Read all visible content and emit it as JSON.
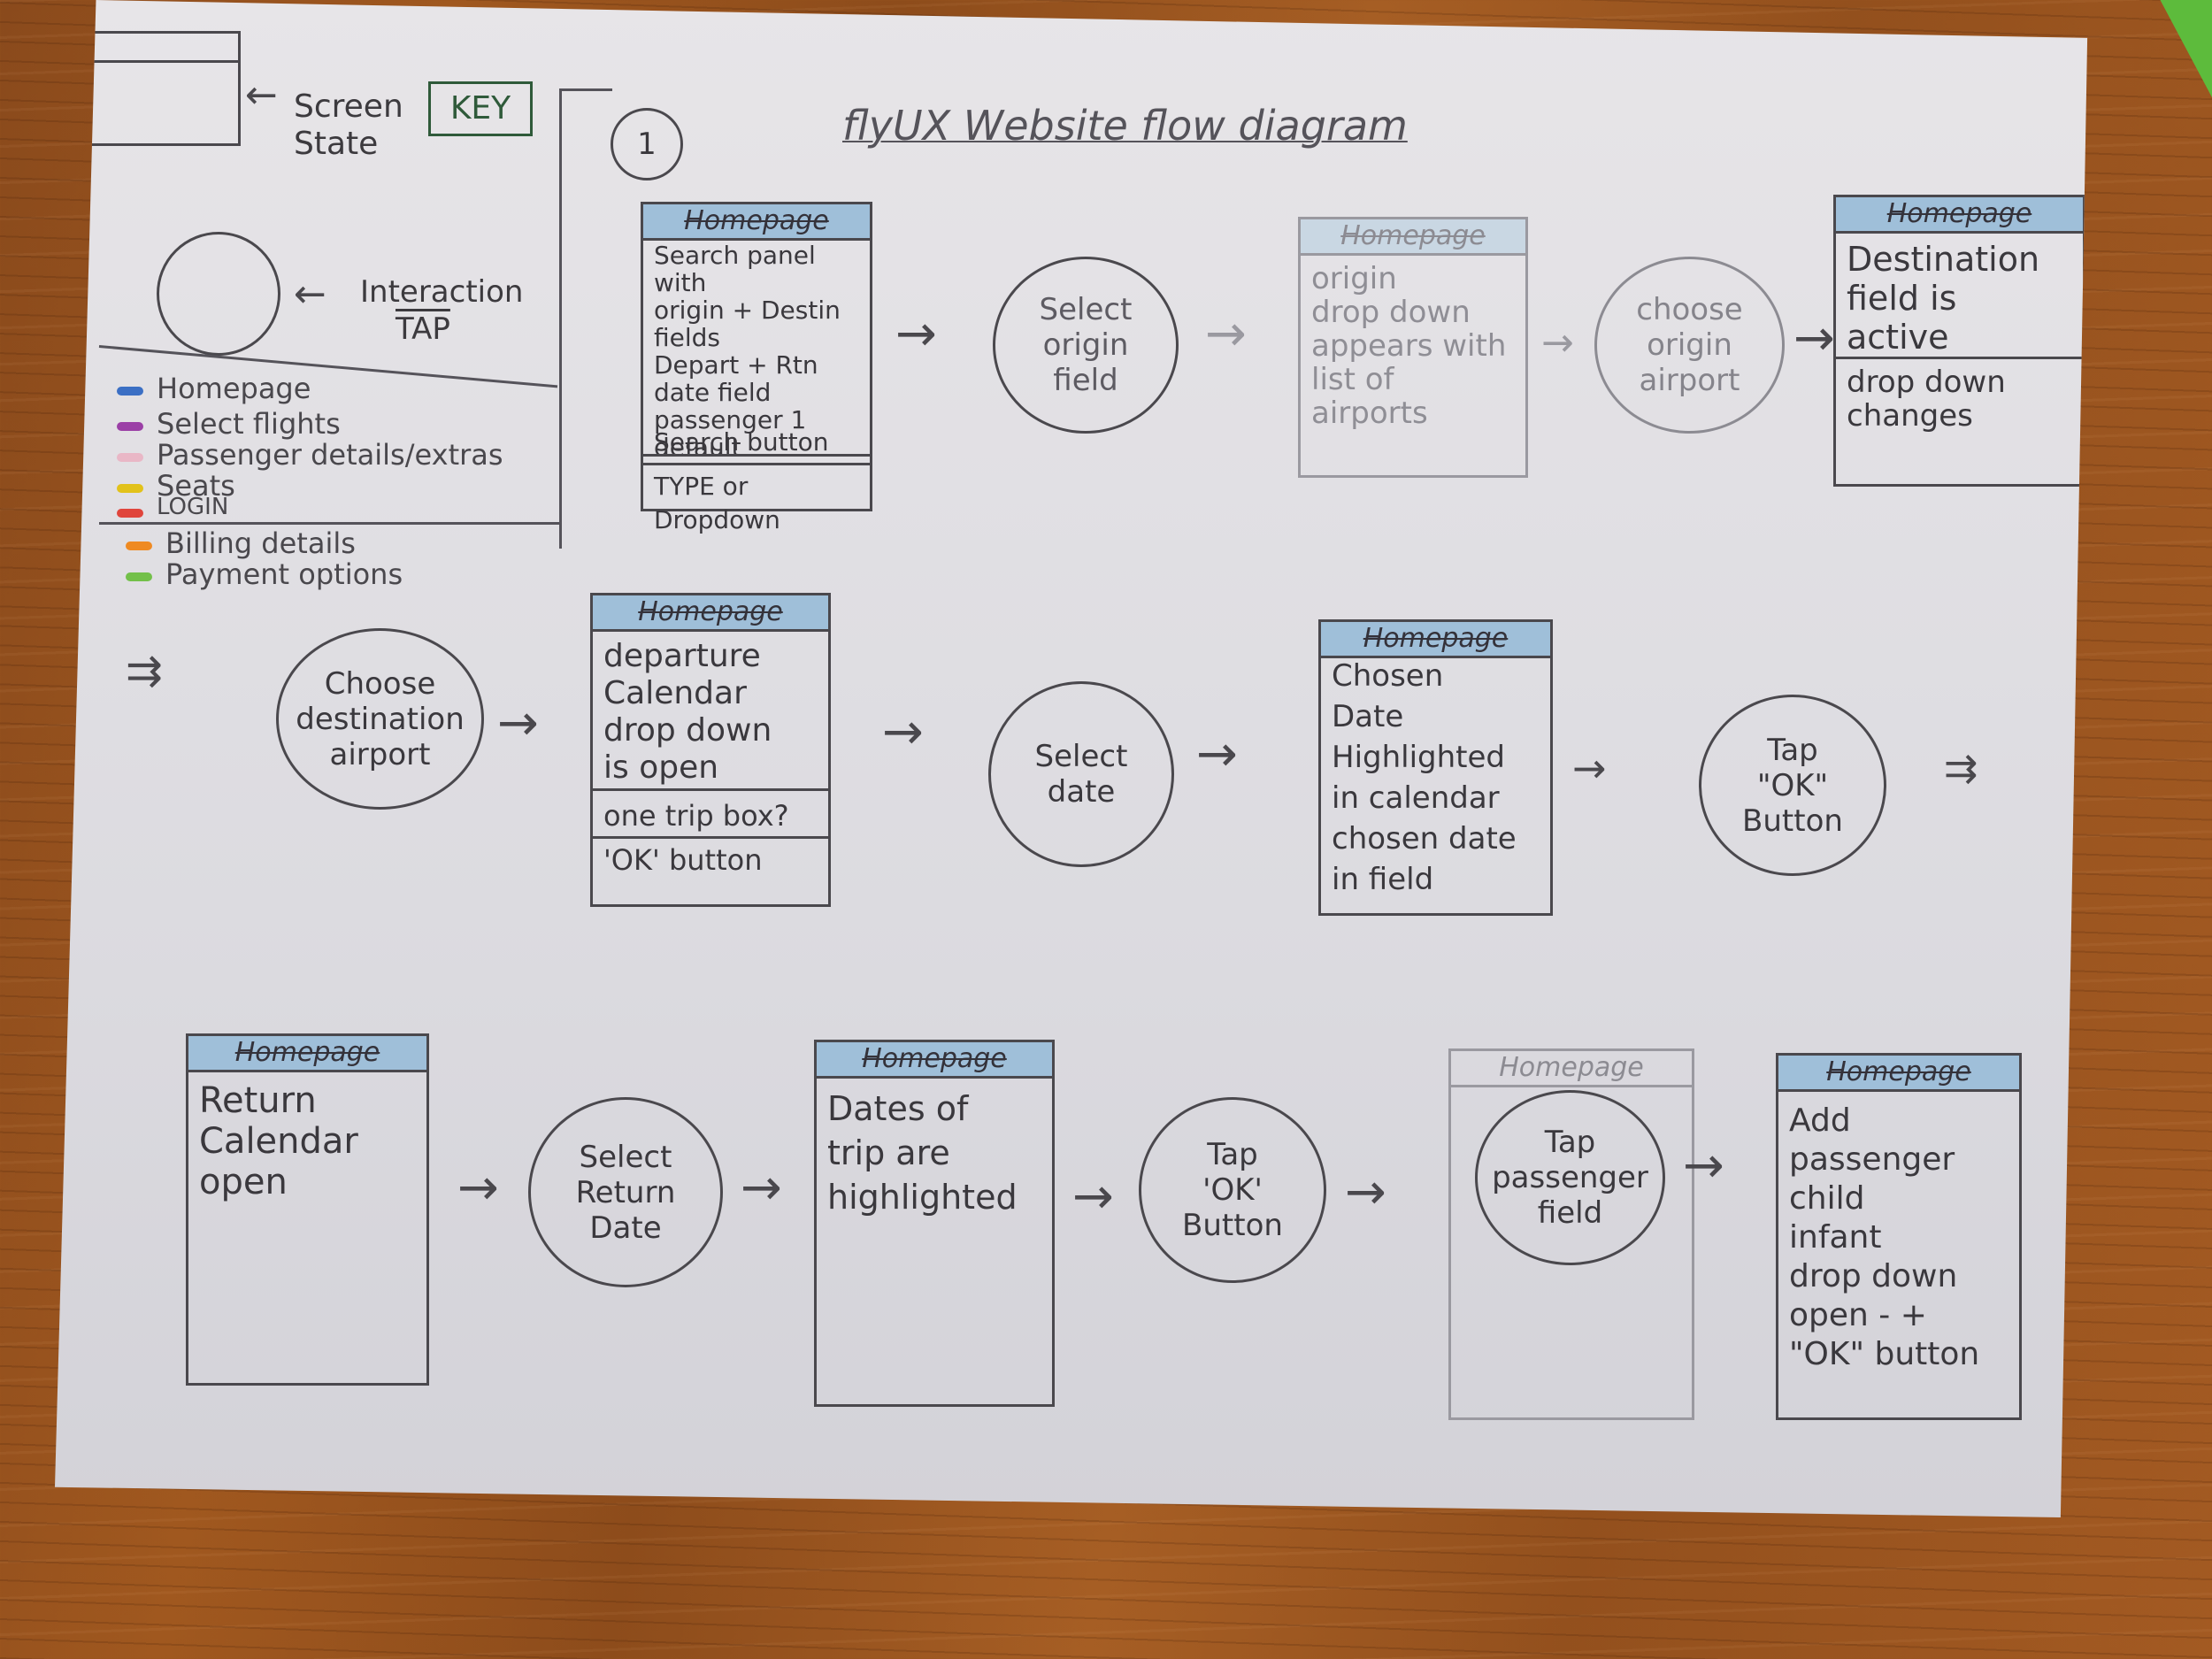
{
  "title": "flyUX Website flow diagram",
  "step_number": "1",
  "key": {
    "label": "KEY",
    "screen_state_label": "Screen State",
    "interaction_label": "Interaction",
    "interaction_sub": "TAP"
  },
  "legend": [
    {
      "label": "Homepage",
      "color": "#3b6fc4"
    },
    {
      "label": "Select flights",
      "color": "#9b3fa6"
    },
    {
      "label": "Passenger details/extras",
      "color": "#e9b7c6"
    },
    {
      "label": "Seats",
      "color": "#e2c21a"
    },
    {
      "label": "LOGIN",
      "color": "#e0453c"
    },
    {
      "label": "Billing details",
      "color": "#ef8a22"
    },
    {
      "label": "Payment options",
      "color": "#73c04a"
    }
  ],
  "row1": {
    "screen1": {
      "header": "Homepage",
      "body": "Search panel\nwith\norigin + Destin\nfields\nDepart + Rtn\ndate field\npassenger 1 default",
      "search": "Search button",
      "footer": "TYPE or Dropdown"
    },
    "tap1": "Select\norigin\nfield",
    "screen2": {
      "header": "Homepage",
      "body": "origin\ndrop down\nappears with\nlist of airports"
    },
    "tap2": "choose\norigin\nairport",
    "screen3": {
      "header": "Homepage",
      "body": "Destination\nfield is\nactive",
      "body2": "drop down\nchanges"
    }
  },
  "row2": {
    "tap1": "Choose\ndestination\nairport",
    "screen1": {
      "header": "Homepage",
      "body": "departure\nCalendar\ndrop down\nis open",
      "opt1": "one trip box?",
      "opt2": "'OK' button"
    },
    "tap2": "Select\ndate",
    "screen2": {
      "header": "Homepage",
      "body": "Chosen\nDate\nHighlighted\nin calendar\nchosen date\nin field"
    },
    "tap3": "Tap\n\"OK\"\nButton"
  },
  "row3": {
    "screen1": {
      "header": "Homepage",
      "body": "Return\nCalendar\nopen"
    },
    "tap1": "Select\nReturn\nDate",
    "screen2": {
      "header": "Homepage",
      "body": "Dates of\ntrip are\nhighlighted"
    },
    "tap2": "Tap\n'OK'\nButton",
    "screen3": {
      "header": "Homepage"
    },
    "tap3": "Tap\npassenger\nfield",
    "screen4": {
      "header": "Homepage",
      "body": "Add\npassenger\nchild\ninfant\ndrop down\nopen - +\n\"OK\" button"
    }
  },
  "arrow_glyph": "→"
}
